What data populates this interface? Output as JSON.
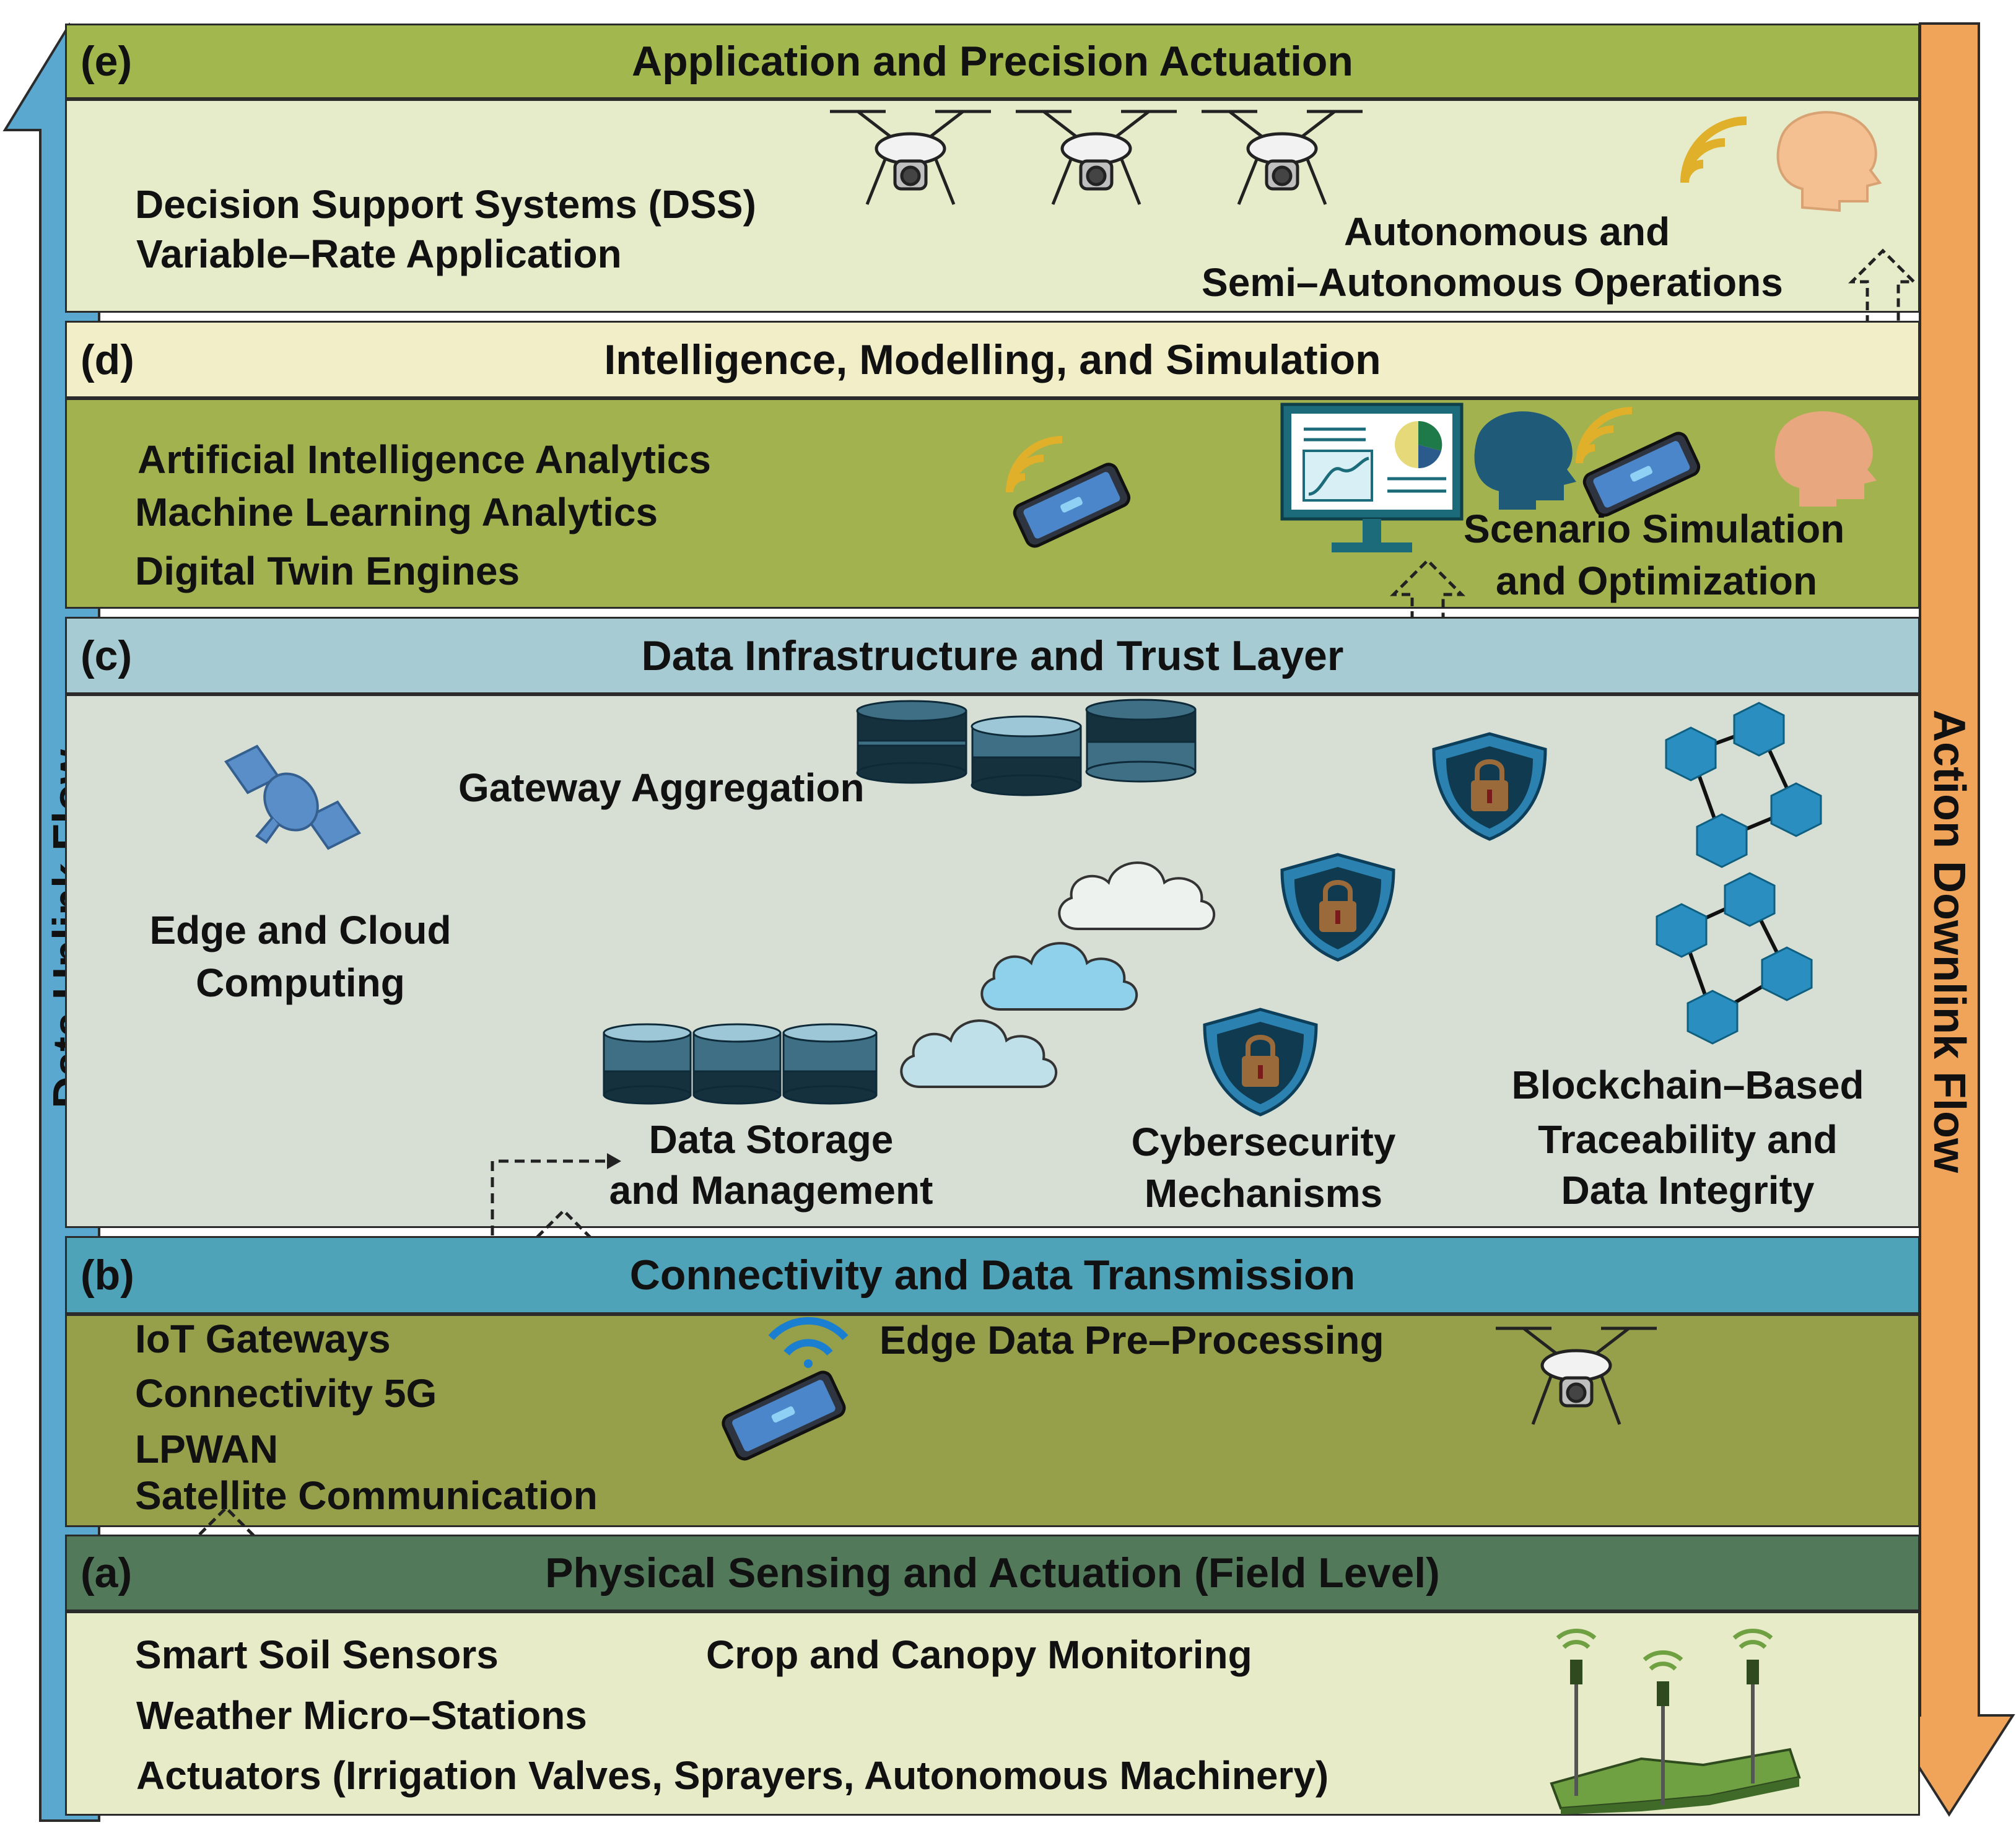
{
  "left_arrow": {
    "label": "Data Uplink Flow",
    "color": "#5aa7cf"
  },
  "right_arrow": {
    "label": "Action Downlink Flow",
    "color": "#f0a45a"
  },
  "layers": {
    "e": {
      "letter": "(e)",
      "title": "Application and Precision Actuation",
      "header_color": "#a2b84e",
      "body_color": "#e6ebc9",
      "items": [
        "Decision Support Systems (DSS)",
        "Variable–Rate Application"
      ],
      "autonomous": [
        "Autonomous and",
        "Semi–Autonomous Operations"
      ]
    },
    "d": {
      "letter": "(d)",
      "title": "Intelligence, Modelling, and Simulation",
      "header_color": "#f2efc8",
      "body_color": "#a2b24f",
      "items": [
        "Artificial Intelligence Analytics",
        "Machine Learning Analytics",
        "Digital Twin Engines"
      ],
      "scenario": [
        "Scenario Simulation",
        "and Optimization"
      ]
    },
    "c": {
      "letter": "(c)",
      "title": "Data Infrastructure and Trust Layer",
      "header_color": "#a7cbd3",
      "body_color": "#d7dfd5",
      "gateway": "Gateway Aggregation",
      "edge_cloud": [
        "Edge and Cloud",
        "Computing"
      ],
      "storage": [
        "Data Storage",
        "and Management"
      ],
      "cyber": [
        "Cybersecurity",
        "Mechanisms"
      ],
      "blockchain": [
        "Blockchain–Based",
        "Traceability and",
        "Data Integrity"
      ]
    },
    "b": {
      "letter": "(b)",
      "title": "Connectivity and Data Transmission",
      "header_color": "#4fa3b9",
      "body_color": "#969f4a",
      "items": [
        "IoT Gateways",
        "Connectivity 5G",
        "LPWAN",
        "Satellite Communication"
      ],
      "edge_pre": "Edge Data Pre–Processing"
    },
    "a": {
      "letter": "(a)",
      "title": "Physical Sensing and Actuation (Field Level)",
      "header_color": "#527a5a",
      "body_color": "#e7ebc8",
      "items": [
        "Smart Soil Sensors",
        "Weather Micro–Stations",
        "Actuators (Irrigation Valves, Sprayers, Autonomous Machinery)"
      ],
      "crop": "Crop and Canopy Monitoring"
    }
  }
}
